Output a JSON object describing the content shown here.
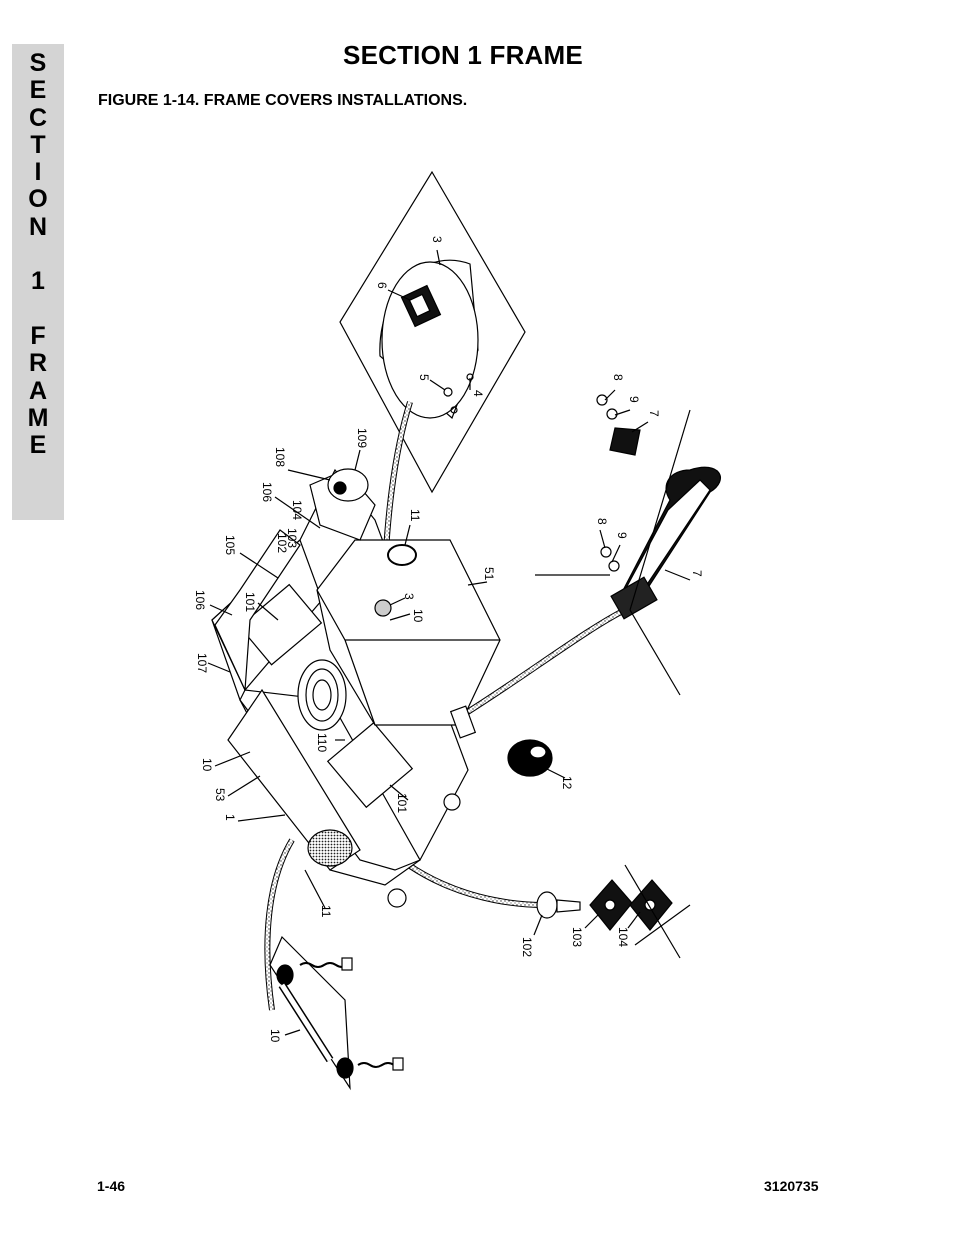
{
  "side_tab": {
    "letters": [
      "S",
      "E",
      "C",
      "T",
      "I",
      "O",
      "N",
      "",
      "1",
      "",
      "F",
      "R",
      "A",
      "M",
      "E"
    ]
  },
  "header": {
    "section_title": "SECTION 1  FRAME",
    "figure_caption": "FIGURE 1-14.  FRAME COVERS INSTALLATIONS."
  },
  "callouts": {
    "c3a": "3",
    "c6": "6",
    "c5": "5",
    "c4": "4",
    "c8a": "8",
    "c9a": "9",
    "c7a": "7",
    "c109": "109",
    "c108": "108",
    "c106a": "106",
    "c104a": "104",
    "c103a": "103",
    "c102a": "102",
    "c105": "105",
    "c106b": "106",
    "c107": "107",
    "c101a": "101",
    "c11a": "11",
    "c3b": "3",
    "c10a": "10",
    "c51": "51",
    "c8b": "8",
    "c9b": "9",
    "c7b": "7",
    "c110": "110",
    "c10b": "10",
    "c53": "53",
    "c1": "1",
    "c101b": "101",
    "c12": "12",
    "c11b": "11",
    "c102b": "102",
    "c103b": "103",
    "c104b": "104",
    "c10c": "10"
  },
  "footer": {
    "page_number": "1-46",
    "doc_number": "3120735"
  }
}
